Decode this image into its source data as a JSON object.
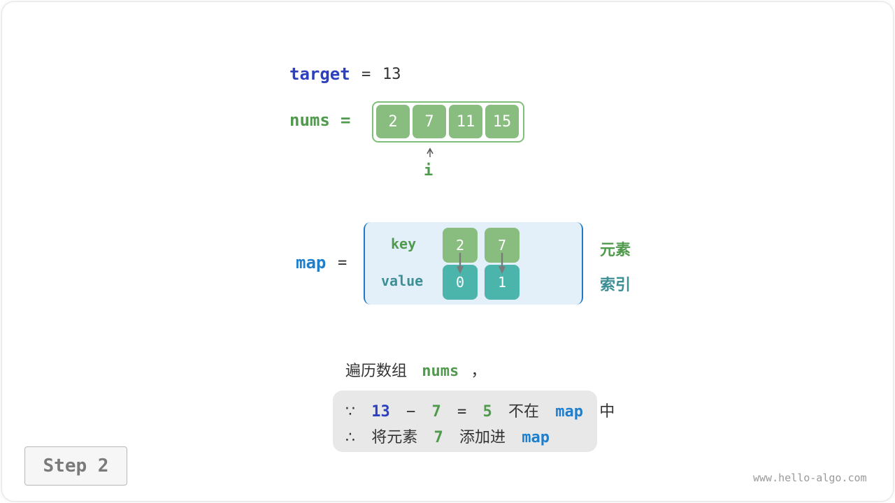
{
  "target": {
    "name": "target",
    "eq": "=",
    "value": "13"
  },
  "nums": {
    "name": "nums",
    "eq": "=",
    "cells": [
      "2",
      "7",
      "11",
      "15"
    ],
    "pointer_label": "i",
    "pointer_index": 1
  },
  "map": {
    "name": "map",
    "eq": "=",
    "key_label": "key",
    "value_label": "value",
    "keys": [
      "2",
      "7"
    ],
    "values": [
      "0",
      "1"
    ],
    "key_side_label": "元素",
    "value_side_label": "索引"
  },
  "explanation": {
    "heading_prefix": "遍历数组",
    "heading_var": "nums",
    "heading_suffix": "，",
    "line1": {
      "symbol": "∵",
      "a": "13",
      "minus": "−",
      "b": "7",
      "eq": "=",
      "c": "5",
      "text": "不在",
      "var": "map",
      "end": "中"
    },
    "line2": {
      "symbol": "∴",
      "text": "将元素",
      "num": "7",
      "text2": "添加进",
      "var": "map"
    }
  },
  "step_button": {
    "label": "Step 2"
  },
  "watermark": "www.hello-algo.com",
  "colors": {
    "target_blue": "#2c3fbe",
    "nums_green": "#4f9a4c",
    "map_blue": "#1f7fcc",
    "cell_green": "#89bd80",
    "cell_teal": "#4bb5ac",
    "map_bg": "#e3f0fa"
  }
}
